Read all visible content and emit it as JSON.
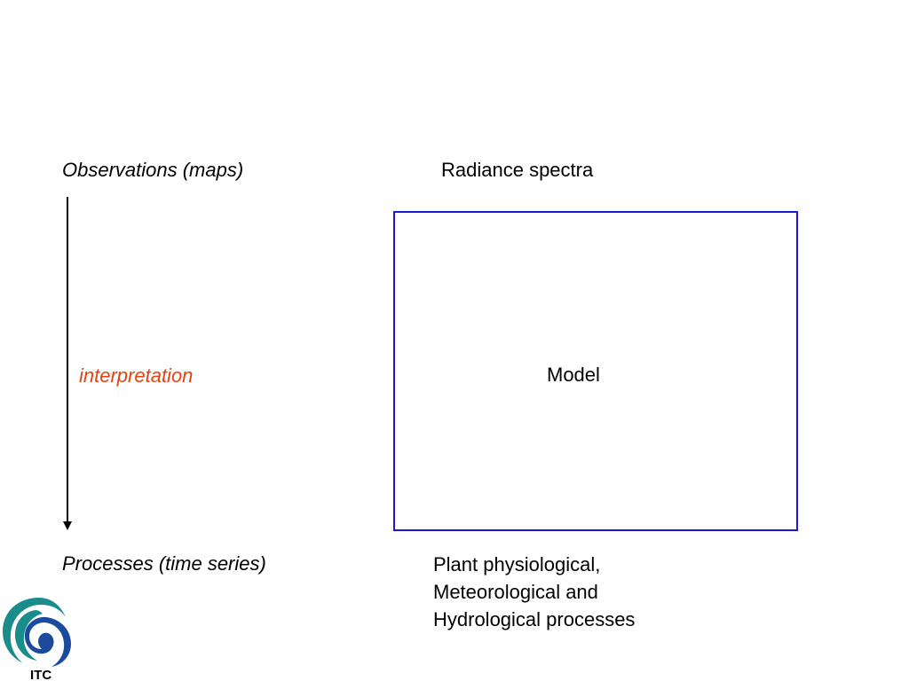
{
  "diagram": {
    "observations_label": "Observations (maps)",
    "radiance_label": "Radiance spectra",
    "interpretation_label": "interpretation",
    "processes_label": "Processes (time series)",
    "model_label": "Model",
    "plant_lines": [
      "Plant physiological,",
      "Meteorological and",
      "Hydrological processes"
    ]
  },
  "logo": {
    "text": "ITC"
  },
  "colors": {
    "interpretation": "#e8420f",
    "model_border": "#1a1ad0",
    "logo_teal": "#1a8c8c",
    "logo_blue": "#1c4a9c"
  }
}
